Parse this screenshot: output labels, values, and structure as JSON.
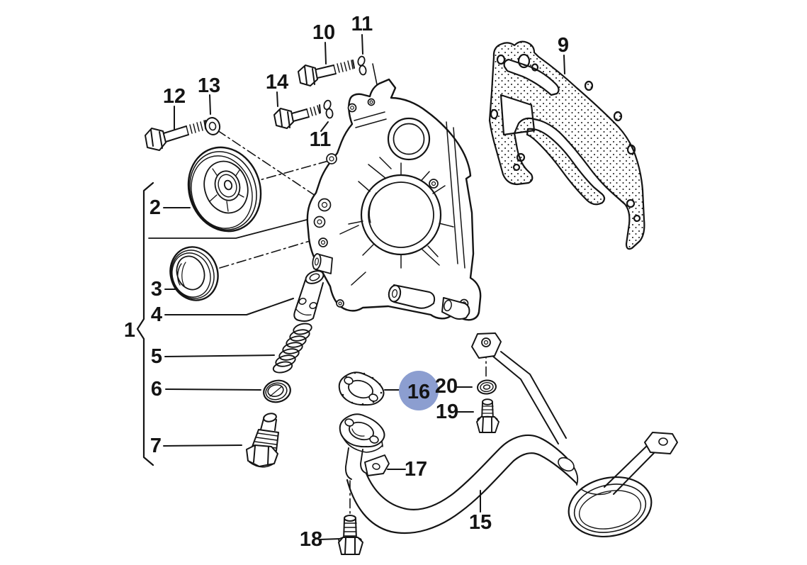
{
  "diagram_type": "exploded-parts-diagram",
  "ink": "#141414",
  "background": "#ffffff",
  "highlight": {
    "part": "16",
    "fill": "#8c9ed0",
    "text_color": "#1b2440"
  },
  "callouts": [
    {
      "label": "1"
    },
    {
      "label": "2"
    },
    {
      "label": "3"
    },
    {
      "label": "4"
    },
    {
      "label": "5"
    },
    {
      "label": "6"
    },
    {
      "label": "7"
    },
    {
      "label": "9"
    },
    {
      "label": "10"
    },
    {
      "label": "11"
    },
    {
      "label": "11"
    },
    {
      "label": "12"
    },
    {
      "label": "13"
    },
    {
      "label": "14"
    },
    {
      "label": "15"
    },
    {
      "label": "16"
    },
    {
      "label": "17"
    },
    {
      "label": "18"
    },
    {
      "label": "19"
    },
    {
      "label": "20"
    }
  ]
}
